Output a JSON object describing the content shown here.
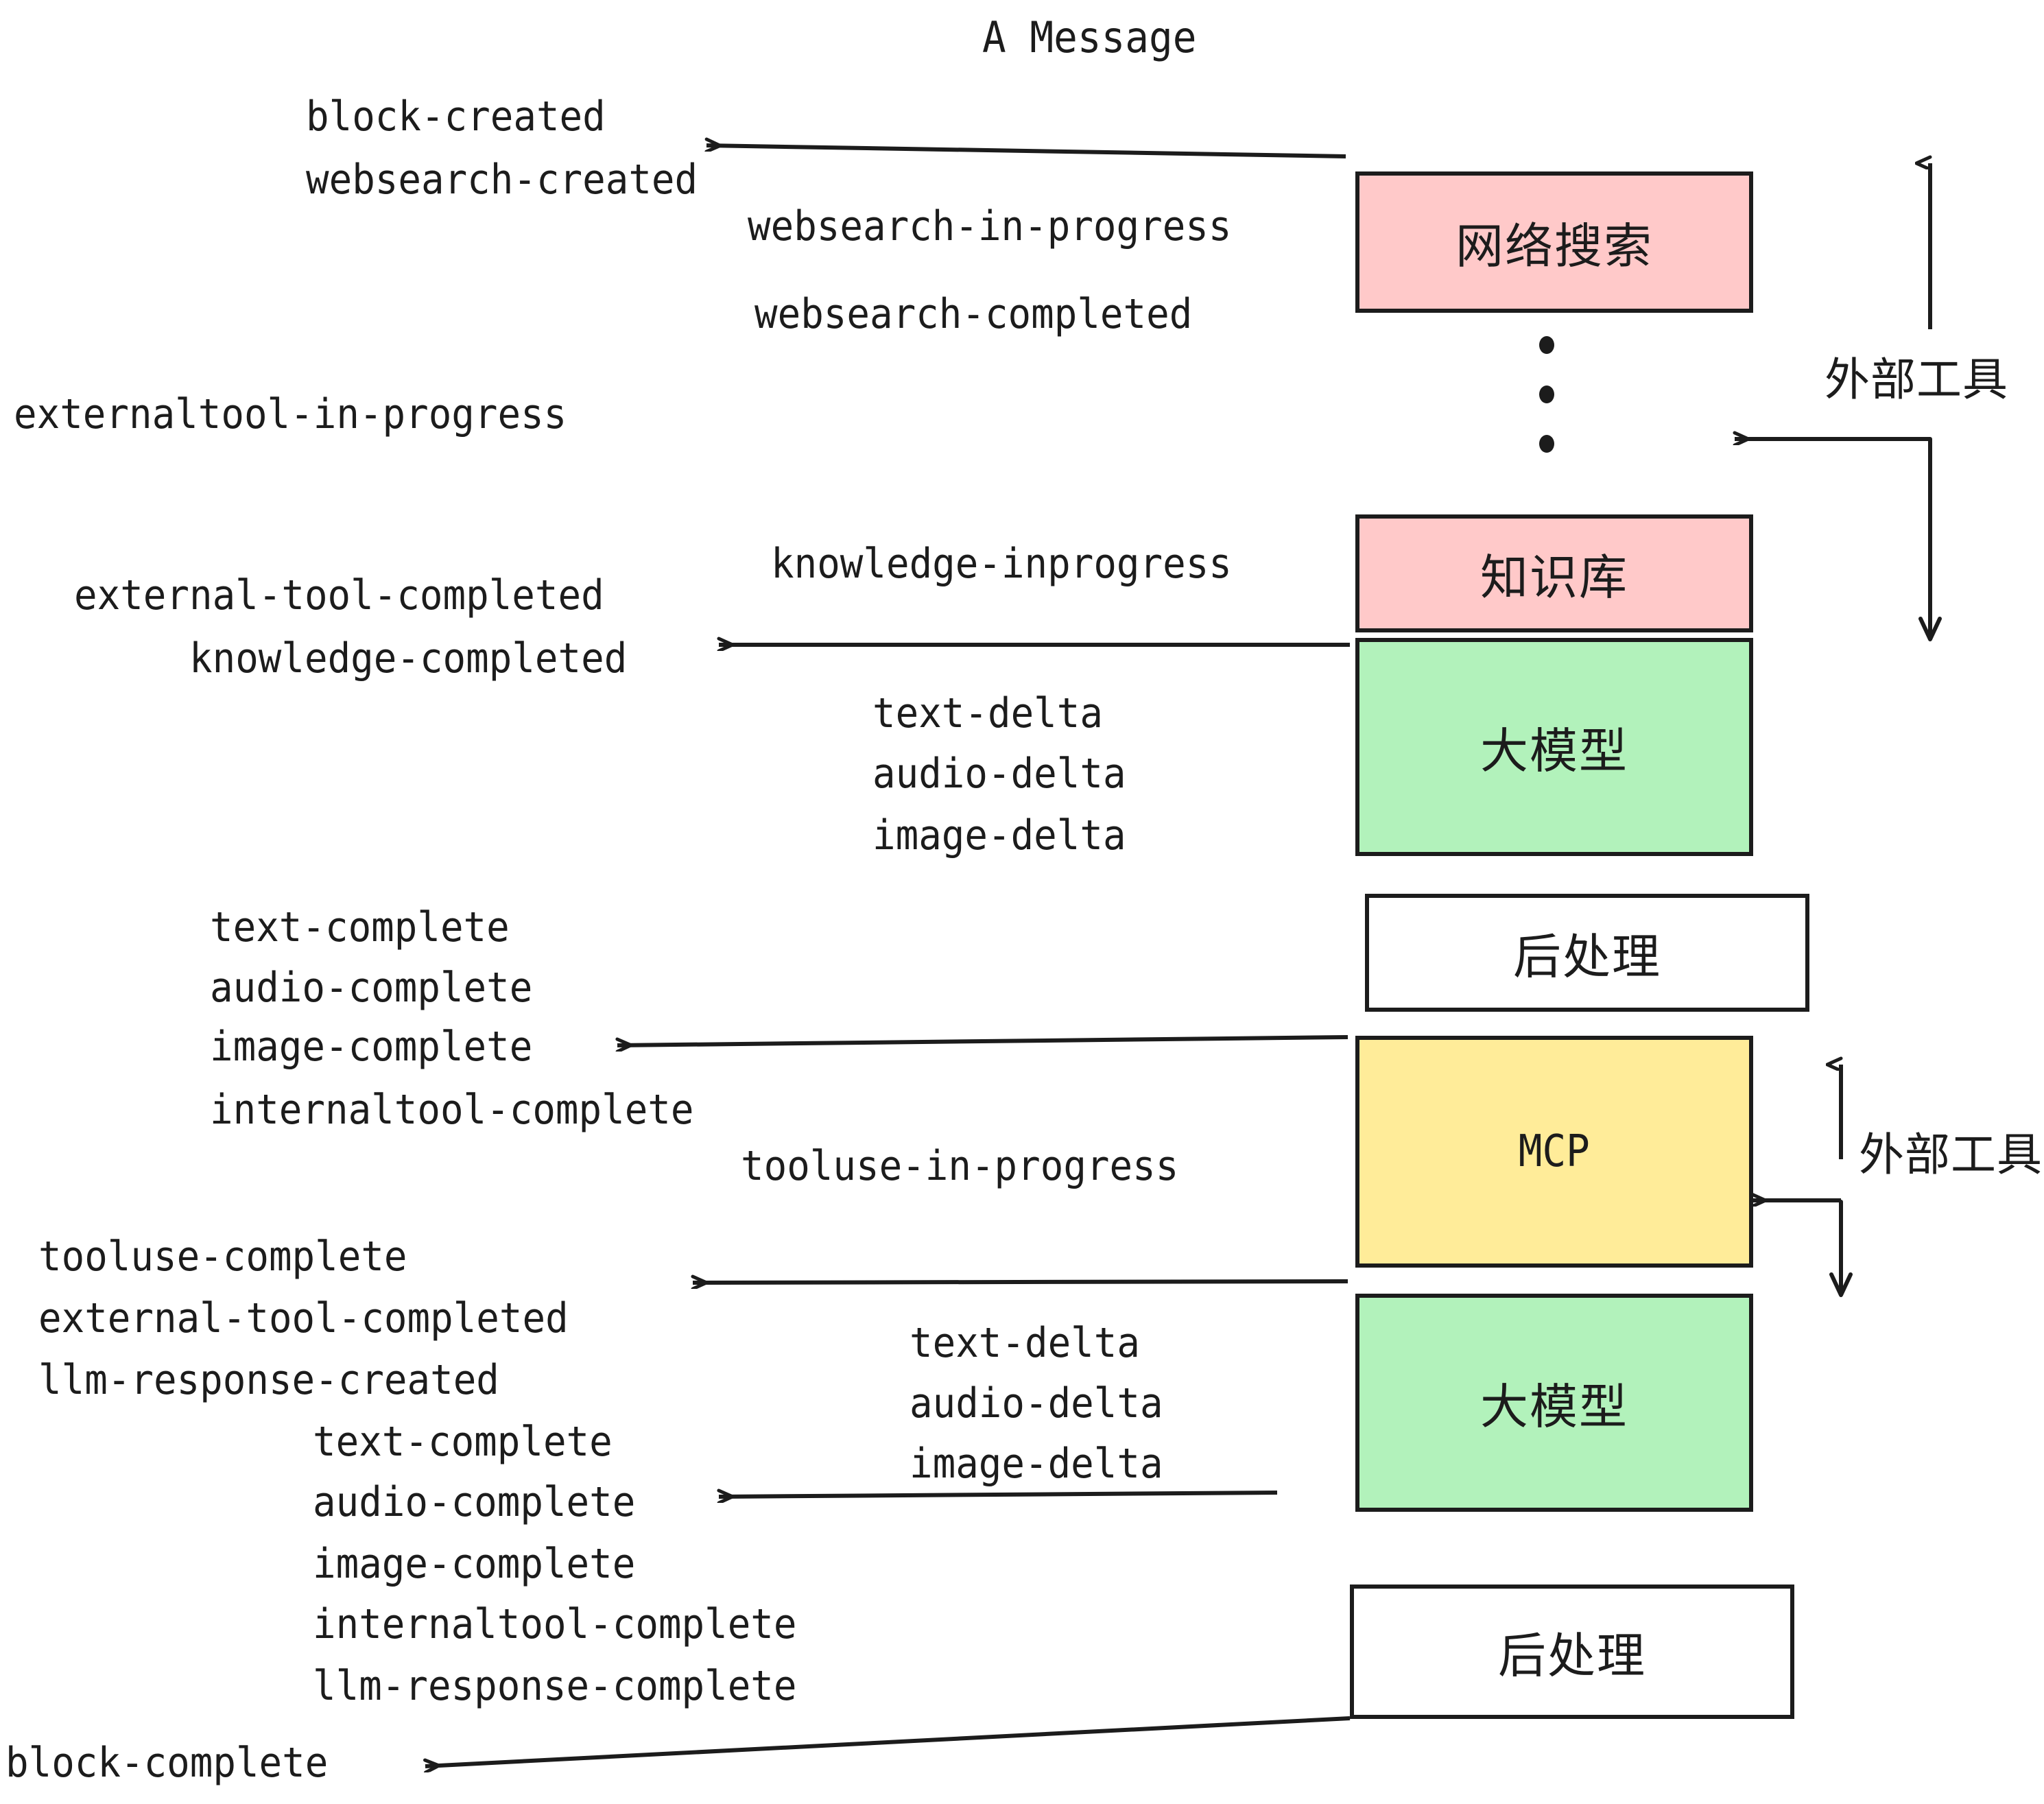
{
  "diagram": {
    "title": "A Message",
    "colors": {
      "pink": "#ffc9c9",
      "green": "#b2f2bb",
      "yellow": "#ffec99",
      "white": "#ffffff",
      "stroke": "#1c1c1c"
    },
    "boxes": [
      {
        "id": "websearch",
        "label": "网络搜索",
        "fill": "pink"
      },
      {
        "id": "knowledge",
        "label": "知识库",
        "fill": "pink"
      },
      {
        "id": "llm-top",
        "label": "大模型",
        "fill": "green"
      },
      {
        "id": "post-top",
        "label": "后处理",
        "fill": "white"
      },
      {
        "id": "mcp",
        "label": "MCP",
        "fill": "yellow"
      },
      {
        "id": "llm-bottom",
        "label": "大模型",
        "fill": "green"
      },
      {
        "id": "post-bottom",
        "label": "后处理",
        "fill": "white"
      }
    ],
    "side_labels": [
      {
        "id": "external-tools-top",
        "label": "外部工具"
      },
      {
        "id": "external-tools-bottom",
        "label": "外部工具"
      }
    ],
    "events": {
      "block_created": "block-created",
      "websearch_created": "websearch-created",
      "websearch_in_progress": "websearch-in-progress",
      "websearch_completed": "websearch-completed",
      "externaltool_in_progress": "externaltool-in-progress",
      "knowledge_inprogress": "knowledge-inprogress",
      "external_tool_completed_1": "external-tool-completed",
      "knowledge_completed": "knowledge-completed",
      "text_delta_1": "text-delta",
      "audio_delta_1": "audio-delta",
      "image_delta_1": "image-delta",
      "text_complete_1": "text-complete",
      "audio_complete_1": "audio-complete",
      "image_complete_1": "image-complete",
      "internaltool_complete_1": "internaltool-complete",
      "tooluse_in_progress": "tooluse-in-progress",
      "tooluse_complete": "tooluse-complete",
      "external_tool_completed_2": "external-tool-completed",
      "llm_response_created": "llm-response-created",
      "text_delta_2": "text-delta",
      "audio_delta_2": "audio-delta",
      "image_delta_2": "image-delta",
      "text_complete_2": "text-complete",
      "audio_complete_2": "audio-complete",
      "image_complete_2": "image-complete",
      "internaltool_complete_2": "internaltool-complete",
      "llm_response_complete": "llm-response-complete",
      "block_complete": "block-complete"
    }
  }
}
